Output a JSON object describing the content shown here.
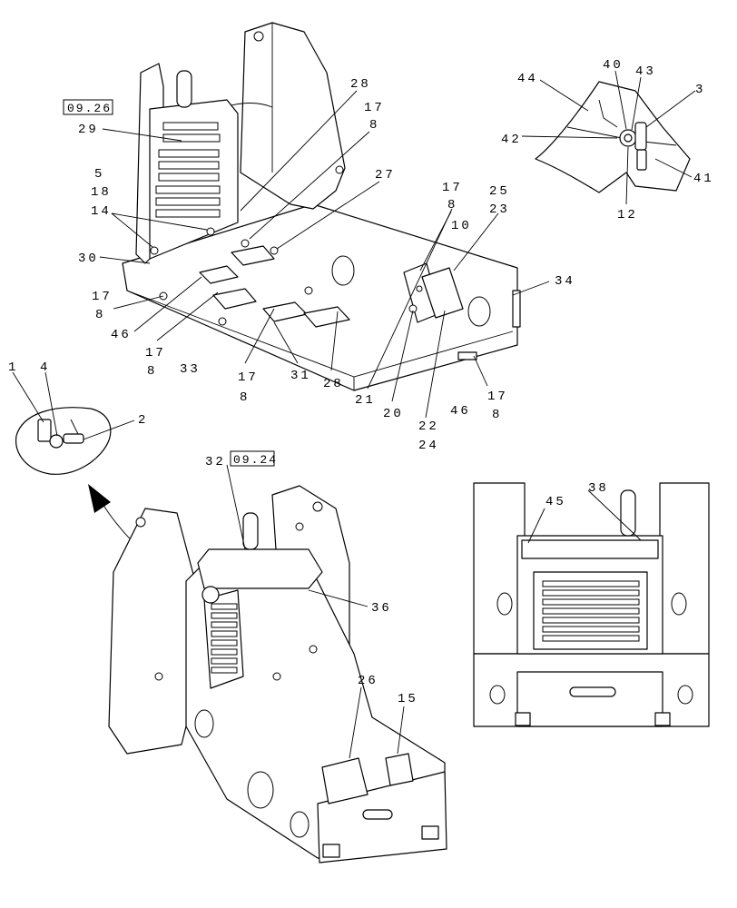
{
  "ref_boxes": {
    "top": "09.26",
    "bottom": "09.24"
  },
  "callouts": {
    "c28a": "28",
    "c17a": "17",
    "c8a": "8",
    "c27": "27",
    "c29": "29",
    "c5": "5",
    "c18": "18",
    "c14": "14",
    "c17b": "17",
    "c8b": "8",
    "c10": "10",
    "c25": "25",
    "c23": "23",
    "c30": "30",
    "c34": "34",
    "c17c": "17",
    "c8c": "8",
    "c46a": "46",
    "c17d": "17",
    "c8d": "8",
    "c33": "33",
    "c17e": "17",
    "c8e": "8",
    "c31": "31",
    "c28b": "28",
    "c21": "21",
    "c20": "20",
    "c22": "22",
    "c24": "24",
    "c46b": "46",
    "c17f": "17",
    "c8f": "8",
    "c44": "44",
    "c40": "40",
    "c43": "43",
    "c3": "3",
    "c42": "42",
    "c41": "41",
    "c12": "12",
    "c1": "1",
    "c4": "4",
    "c2": "2",
    "c32": "32",
    "c36": "36",
    "c26": "26",
    "c15": "15",
    "c38": "38",
    "c45": "45"
  }
}
